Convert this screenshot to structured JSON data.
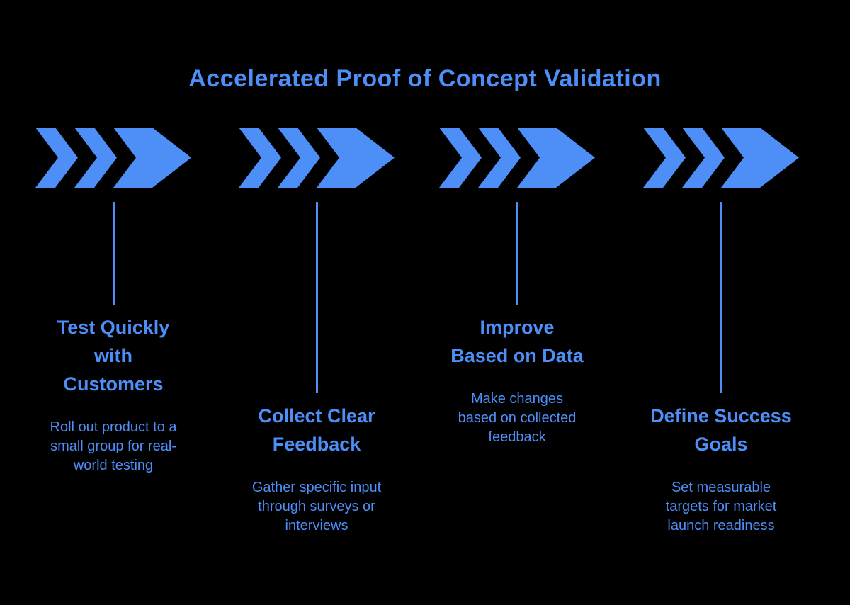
{
  "page": {
    "background_color": "#000000",
    "accent_color": "#4D8EF7"
  },
  "title": "Accelerated Proof of Concept Validation",
  "steps": [
    {
      "title": "Test Quickly\nwith\nCustomers",
      "description": "Roll out product to a\nsmall group for real-\nworld testing"
    },
    {
      "title": "Collect Clear\nFeedback",
      "description": "Gather specific input\nthrough surveys or\ninterviews"
    },
    {
      "title": "Improve\nBased on Data",
      "description": "Make changes\nbased on collected\nfeedback"
    },
    {
      "title": "Define Success\nGoals",
      "description": "Set measurable\ntargets for market\nlaunch readiness"
    }
  ]
}
